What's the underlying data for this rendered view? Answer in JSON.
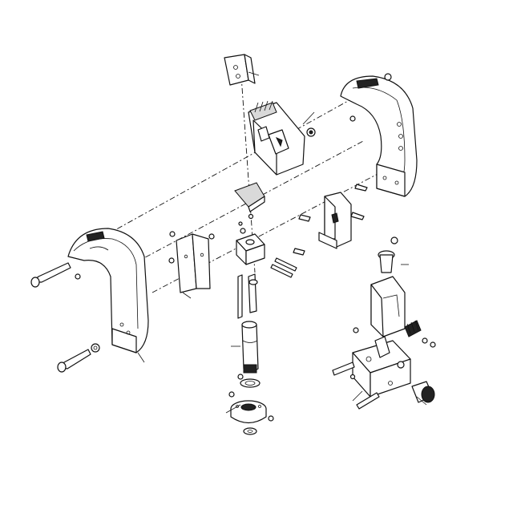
{
  "diagram": {
    "type": "exploded-parts-view",
    "colors": {
      "line": "#111111",
      "background": "#ffffff",
      "shade": "#d9d9d9"
    },
    "parts": [
      "small-bracket-plate",
      "cam-mechanism-housing",
      "right-side-arm",
      "left-side-arm",
      "wedge-block",
      "square-mounting-block",
      "guide-bracket",
      "front-plates",
      "vertical-rods",
      "main-shaft",
      "bearing-ring",
      "bottom-flange-disc",
      "long-bolt-upper",
      "long-bolt-lower",
      "triangular-support-bracket",
      "base-block",
      "adjuster-knob",
      "shoulder-pin"
    ]
  }
}
